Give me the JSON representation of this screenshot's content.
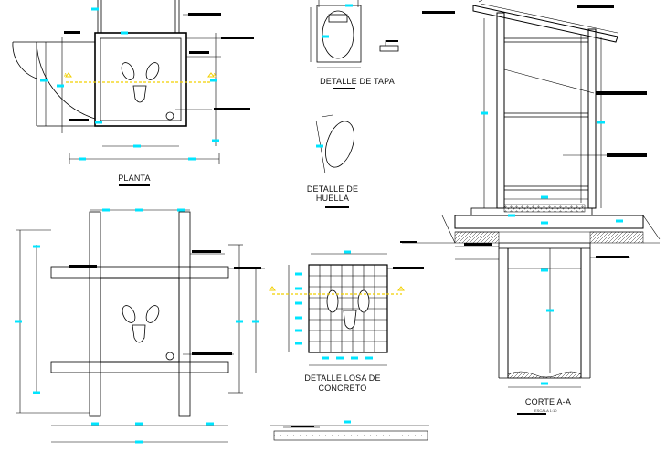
{
  "labels": {
    "planta": "PLANTA",
    "detalle_tapa": "DETALLE DE TAPA",
    "detalle_huella_line1": "DETALLE DE",
    "detalle_huella_line2": "HUELLA",
    "detalle_losa_line1": "DETALLE LOSA DE",
    "detalle_losa_line2": "CONCRETO",
    "corte": "CORTE A-A",
    "corte_scale": "ESCALA 1:10"
  },
  "section_marks": {
    "left": "A",
    "right": "A"
  },
  "colors": {
    "line": "#000000",
    "dimension_tag": "#00e5ff",
    "section_mark": "#f2d000",
    "background": "#ffffff"
  }
}
